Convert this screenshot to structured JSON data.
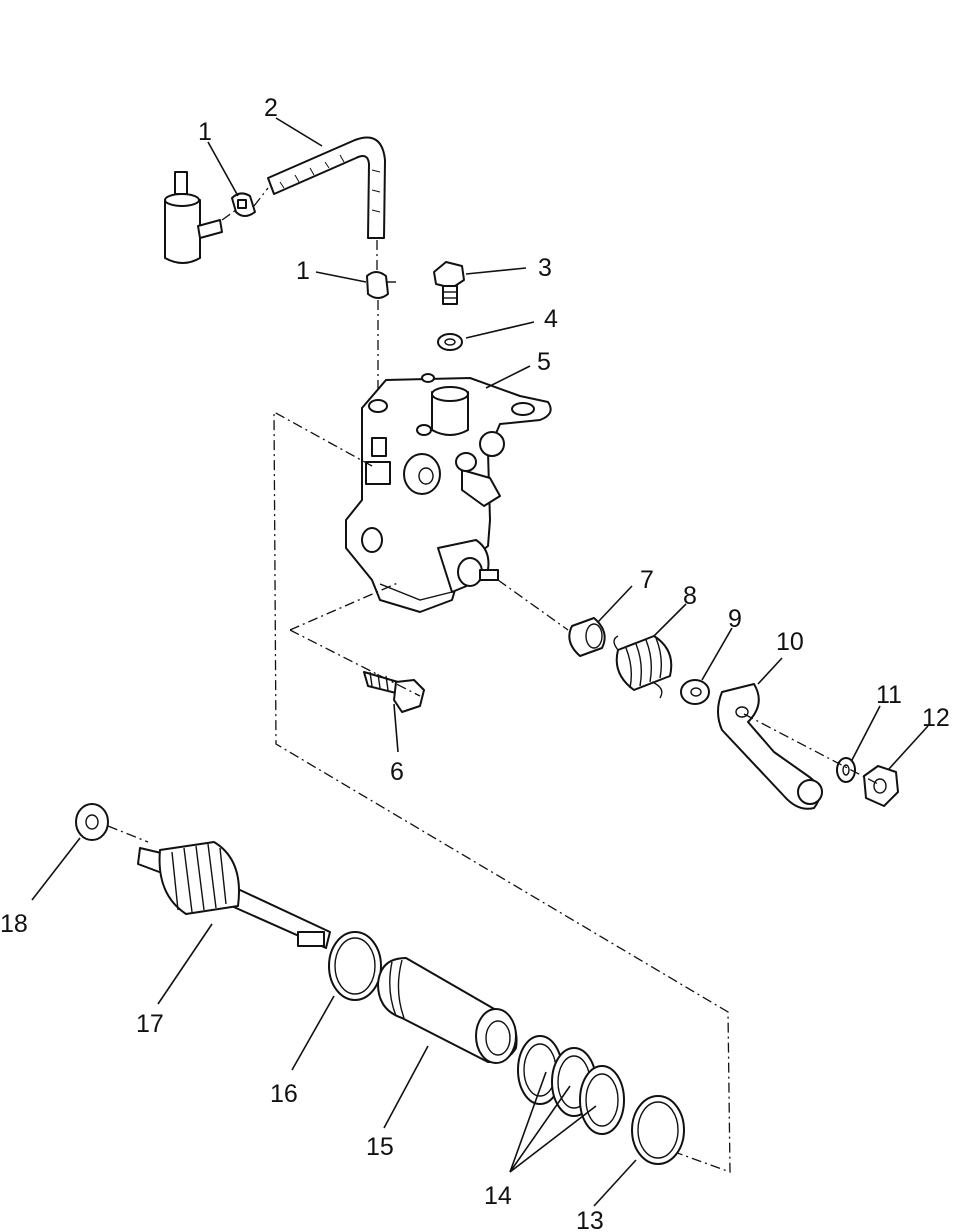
{
  "callouts": [
    {
      "id": "1a",
      "label": "1"
    },
    {
      "id": "1b",
      "label": "1"
    },
    {
      "id": "2",
      "label": "2"
    },
    {
      "id": "3",
      "label": "3"
    },
    {
      "id": "4",
      "label": "4"
    },
    {
      "id": "5",
      "label": "5"
    },
    {
      "id": "6",
      "label": "6"
    },
    {
      "id": "7",
      "label": "7"
    },
    {
      "id": "8",
      "label": "8"
    },
    {
      "id": "9",
      "label": "9"
    },
    {
      "id": "10",
      "label": "10"
    },
    {
      "id": "11",
      "label": "11"
    },
    {
      "id": "12",
      "label": "12"
    },
    {
      "id": "13",
      "label": "13"
    },
    {
      "id": "14",
      "label": "14"
    },
    {
      "id": "15",
      "label": "15"
    },
    {
      "id": "16",
      "label": "16"
    },
    {
      "id": "17",
      "label": "17"
    },
    {
      "id": "18",
      "label": "18"
    }
  ],
  "colors": {
    "ink": "#111111",
    "paper": "#ffffff"
  }
}
